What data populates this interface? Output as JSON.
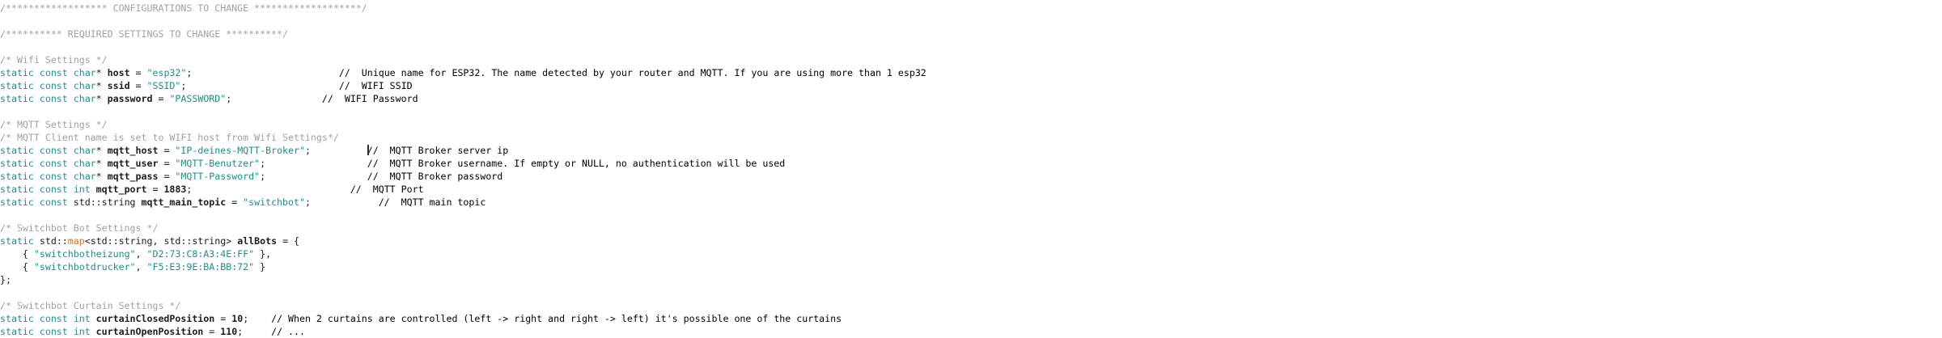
{
  "editor": {
    "name": "cpp-source-editor",
    "language": "C++",
    "caret_line": 12,
    "colors": {
      "background": "#ffffff",
      "block_comment": "#9aa3ad",
      "line_comment": "#60697a",
      "keyword": "#1a9099",
      "identifier": "#1c1c1c",
      "string": "#1a8f88",
      "number": "#1c1c1c",
      "class_type": "#e8700a",
      "caret": "#26322c"
    }
  },
  "lines": [
    {
      "n": 1,
      "tokens": [
        {
          "t": "cmt",
          "s": "/****************** CONFIGURATIONS TO CHANGE *******************/"
        }
      ]
    },
    {
      "n": 2,
      "tokens": []
    },
    {
      "n": 3,
      "tokens": [
        {
          "t": "cmt",
          "s": "/********** REQUIRED SETTINGS TO CHANGE **********/"
        }
      ]
    },
    {
      "n": 4,
      "tokens": []
    },
    {
      "n": 5,
      "tokens": [
        {
          "t": "cmt",
          "s": "/* Wifi Settings */"
        }
      ]
    },
    {
      "n": 6,
      "tokens": [
        {
          "t": "kw",
          "s": "static const char"
        },
        {
          "t": "pl",
          "s": "* "
        },
        {
          "t": "id",
          "s": "host"
        },
        {
          "t": "pl",
          "s": " = "
        },
        {
          "t": "str",
          "s": "\"esp32\""
        },
        {
          "t": "pl",
          "s": ";"
        },
        {
          "t": "pad",
          "s": "                          "
        },
        {
          "t": "lcmt",
          "s": "//  Unique name for ESP32. The name detected by your router and MQTT. If you are using more than 1 esp32"
        }
      ]
    },
    {
      "n": 7,
      "tokens": [
        {
          "t": "kw",
          "s": "static const char"
        },
        {
          "t": "pl",
          "s": "* "
        },
        {
          "t": "id",
          "s": "ssid"
        },
        {
          "t": "pl",
          "s": " = "
        },
        {
          "t": "str",
          "s": "\"SSID\""
        },
        {
          "t": "pl",
          "s": ";"
        },
        {
          "t": "pad",
          "s": "                           "
        },
        {
          "t": "lcmt",
          "s": "//  WIFI SSID"
        }
      ]
    },
    {
      "n": 8,
      "tokens": [
        {
          "t": "kw",
          "s": "static const char"
        },
        {
          "t": "pl",
          "s": "* "
        },
        {
          "t": "id",
          "s": "password"
        },
        {
          "t": "pl",
          "s": " = "
        },
        {
          "t": "str",
          "s": "\"PASSWORD\""
        },
        {
          "t": "pl",
          "s": ";"
        },
        {
          "t": "pad",
          "s": "                "
        },
        {
          "t": "lcmt",
          "s": "//  WIFI Password"
        }
      ]
    },
    {
      "n": 9,
      "tokens": []
    },
    {
      "n": 10,
      "tokens": [
        {
          "t": "cmt",
          "s": "/* MQTT Settings */"
        }
      ]
    },
    {
      "n": 11,
      "tokens": [
        {
          "t": "cmt",
          "s": "/* MQTT Client name is set to WIFI host from Wifi Settings*/"
        }
      ]
    },
    {
      "n": 12,
      "caret_after": 7,
      "tokens": [
        {
          "t": "kw",
          "s": "static const char"
        },
        {
          "t": "pl",
          "s": "* "
        },
        {
          "t": "id",
          "s": "mqtt_host"
        },
        {
          "t": "pl",
          "s": " = "
        },
        {
          "t": "str",
          "s": "\"IP-deines-MQTT-Broker\""
        },
        {
          "t": "pl",
          "s": ";"
        },
        {
          "t": "pad",
          "s": "          "
        },
        {
          "t": "caret",
          "s": ""
        },
        {
          "t": "lcmt",
          "s": "//  MQTT Broker server ip"
        }
      ]
    },
    {
      "n": 13,
      "tokens": [
        {
          "t": "kw",
          "s": "static const char"
        },
        {
          "t": "pl",
          "s": "* "
        },
        {
          "t": "id",
          "s": "mqtt_user"
        },
        {
          "t": "pl",
          "s": " = "
        },
        {
          "t": "str",
          "s": "\"MQTT-Benutzer\""
        },
        {
          "t": "pl",
          "s": ";"
        },
        {
          "t": "pad",
          "s": "                  "
        },
        {
          "t": "lcmt",
          "s": "//  MQTT Broker username. If empty or NULL, no authentication will be used"
        }
      ]
    },
    {
      "n": 14,
      "tokens": [
        {
          "t": "kw",
          "s": "static const char"
        },
        {
          "t": "pl",
          "s": "* "
        },
        {
          "t": "id",
          "s": "mqtt_pass"
        },
        {
          "t": "pl",
          "s": " = "
        },
        {
          "t": "str",
          "s": "\"MQTT-Password\""
        },
        {
          "t": "pl",
          "s": ";"
        },
        {
          "t": "pad",
          "s": "                  "
        },
        {
          "t": "lcmt",
          "s": "//  MQTT Broker password"
        }
      ]
    },
    {
      "n": 15,
      "tokens": [
        {
          "t": "kw",
          "s": "static const int"
        },
        {
          "t": "pl",
          "s": " "
        },
        {
          "t": "id",
          "s": "mqtt_port"
        },
        {
          "t": "pl",
          "s": " = "
        },
        {
          "t": "num",
          "s": "1883"
        },
        {
          "t": "pl",
          "s": ";"
        },
        {
          "t": "pad",
          "s": "                            "
        },
        {
          "t": "lcmt",
          "s": "//  MQTT Port"
        }
      ]
    },
    {
      "n": 16,
      "tokens": [
        {
          "t": "kw",
          "s": "static const"
        },
        {
          "t": "pl",
          "s": " "
        },
        {
          "t": "typ",
          "s": "std::string"
        },
        {
          "t": "pl",
          "s": " "
        },
        {
          "t": "id",
          "s": "mqtt_main_topic"
        },
        {
          "t": "pl",
          "s": " = "
        },
        {
          "t": "str",
          "s": "\"switchbot\""
        },
        {
          "t": "pl",
          "s": ";"
        },
        {
          "t": "pad",
          "s": "            "
        },
        {
          "t": "lcmt",
          "s": "//  MQTT main topic"
        }
      ]
    },
    {
      "n": 17,
      "tokens": []
    },
    {
      "n": 18,
      "tokens": [
        {
          "t": "cmt",
          "s": "/* Switchbot Bot Settings */"
        }
      ]
    },
    {
      "n": 19,
      "tokens": [
        {
          "t": "kw",
          "s": "static"
        },
        {
          "t": "pl",
          "s": " "
        },
        {
          "t": "typ",
          "s": "std::"
        },
        {
          "t": "cls",
          "s": "map"
        },
        {
          "t": "pl",
          "s": "<"
        },
        {
          "t": "typ",
          "s": "std::string"
        },
        {
          "t": "pl",
          "s": ", "
        },
        {
          "t": "typ",
          "s": "std::string"
        },
        {
          "t": "pl",
          "s": "> "
        },
        {
          "t": "id",
          "s": "allBots"
        },
        {
          "t": "pl",
          "s": " = {"
        }
      ]
    },
    {
      "n": 20,
      "tokens": [
        {
          "t": "pl",
          "s": "    { "
        },
        {
          "t": "str",
          "s": "\"switchbotheizung\""
        },
        {
          "t": "pl",
          "s": ", "
        },
        {
          "t": "str",
          "s": "\"D2:73:C8:A3:4E:FF\""
        },
        {
          "t": "pl",
          "s": " },"
        }
      ]
    },
    {
      "n": 21,
      "tokens": [
        {
          "t": "pl",
          "s": "    { "
        },
        {
          "t": "str",
          "s": "\"switchbotdrucker\""
        },
        {
          "t": "pl",
          "s": ", "
        },
        {
          "t": "str",
          "s": "\"F5:E3:9E:BA:BB:72\""
        },
        {
          "t": "pl",
          "s": " }"
        }
      ]
    },
    {
      "n": 22,
      "tokens": [
        {
          "t": "pl",
          "s": "};"
        }
      ]
    },
    {
      "n": 23,
      "tokens": []
    },
    {
      "n": 24,
      "tokens": [
        {
          "t": "cmt",
          "s": "/* Switchbot Curtain Settings */"
        }
      ]
    },
    {
      "n": 25,
      "tokens": [
        {
          "t": "kw",
          "s": "static const int"
        },
        {
          "t": "pl",
          "s": " "
        },
        {
          "t": "id",
          "s": "curtainClosedPosition"
        },
        {
          "t": "pl",
          "s": " = "
        },
        {
          "t": "num",
          "s": "10"
        },
        {
          "t": "pl",
          "s": ";"
        },
        {
          "t": "pad",
          "s": "    "
        },
        {
          "t": "lcmt",
          "s": "// When 2 curtains are controlled (left -> right and right -> left) it's possible one of the curtains"
        }
      ]
    },
    {
      "n": 26,
      "tokens": [
        {
          "t": "kw",
          "s": "static const int"
        },
        {
          "t": "pl",
          "s": " "
        },
        {
          "t": "id",
          "s": "curtainOpenPosition"
        },
        {
          "t": "pl",
          "s": " = "
        },
        {
          "t": "num",
          "s": "110"
        },
        {
          "t": "pl",
          "s": ";"
        },
        {
          "t": "pad",
          "s": "     "
        },
        {
          "t": "lcmt",
          "s": "// ..."
        }
      ]
    }
  ]
}
